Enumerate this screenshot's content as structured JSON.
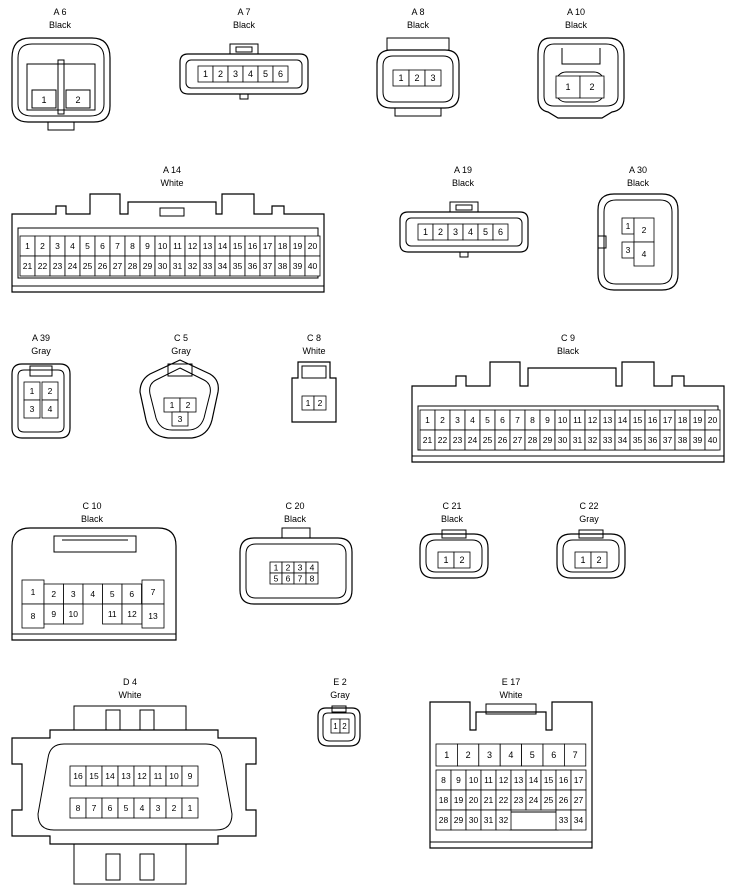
{
  "connectors": [
    {
      "id": "A 6",
      "color": "Black",
      "pins": [
        "1",
        "2"
      ]
    },
    {
      "id": "A 7",
      "color": "Black",
      "pins": [
        "1",
        "2",
        "3",
        "4",
        "5",
        "6"
      ]
    },
    {
      "id": "A 8",
      "color": "Black",
      "pins": [
        "1",
        "2",
        "3"
      ]
    },
    {
      "id": "A 10",
      "color": "Black",
      "pins": [
        "1",
        "2"
      ]
    },
    {
      "id": "A 14",
      "color": "White",
      "pins": [
        "1",
        "2",
        "3",
        "4",
        "5",
        "6",
        "7",
        "8",
        "9",
        "10",
        "11",
        "12",
        "13",
        "14",
        "15",
        "16",
        "17",
        "18",
        "19",
        "20",
        "21",
        "22",
        "23",
        "24",
        "25",
        "26",
        "27",
        "28",
        "29",
        "30",
        "31",
        "32",
        "33",
        "34",
        "35",
        "36",
        "37",
        "38",
        "39",
        "40"
      ]
    },
    {
      "id": "A 19",
      "color": "Black",
      "pins": [
        "1",
        "2",
        "3",
        "4",
        "5",
        "6"
      ]
    },
    {
      "id": "A 30",
      "color": "Black",
      "pins": [
        "1",
        "2",
        "3",
        "4"
      ]
    },
    {
      "id": "A 39",
      "color": "Gray",
      "pins": [
        "1",
        "2",
        "3",
        "4"
      ]
    },
    {
      "id": "C 5",
      "color": "Gray",
      "pins": [
        "1",
        "2",
        "3"
      ]
    },
    {
      "id": "C 8",
      "color": "White",
      "pins": [
        "1",
        "2"
      ]
    },
    {
      "id": "C 9",
      "color": "Black",
      "pins": [
        "1",
        "2",
        "3",
        "4",
        "5",
        "6",
        "7",
        "8",
        "9",
        "10",
        "11",
        "12",
        "13",
        "14",
        "15",
        "16",
        "17",
        "18",
        "19",
        "20",
        "21",
        "22",
        "23",
        "24",
        "25",
        "26",
        "27",
        "28",
        "29",
        "30",
        "31",
        "32",
        "33",
        "34",
        "35",
        "36",
        "37",
        "38",
        "39",
        "40"
      ]
    },
    {
      "id": "C 10",
      "color": "Black",
      "pins": [
        "1",
        "2",
        "3",
        "4",
        "5",
        "6",
        "7",
        "8",
        "9",
        "10",
        "11",
        "12",
        "13"
      ]
    },
    {
      "id": "C 20",
      "color": "Black",
      "pins": [
        "1",
        "2",
        "3",
        "4",
        "5",
        "6",
        "7",
        "8"
      ]
    },
    {
      "id": "C 21",
      "color": "Black",
      "pins": [
        "1",
        "2"
      ]
    },
    {
      "id": "C 22",
      "color": "Gray",
      "pins": [
        "1",
        "2"
      ]
    },
    {
      "id": "D 4",
      "color": "White",
      "pins": [
        "16",
        "15",
        "14",
        "13",
        "12",
        "11",
        "10",
        "9",
        "8",
        "7",
        "6",
        "5",
        "4",
        "3",
        "2",
        "1"
      ]
    },
    {
      "id": "E 2",
      "color": "Gray",
      "pins": [
        "1",
        "2"
      ]
    },
    {
      "id": "E 17",
      "color": "White",
      "pins": [
        "1",
        "2",
        "3",
        "4",
        "5",
        "6",
        "7",
        "8",
        "9",
        "10",
        "11",
        "12",
        "13",
        "14",
        "15",
        "16",
        "17",
        "18",
        "19",
        "20",
        "21",
        "22",
        "23",
        "24",
        "25",
        "26",
        "27",
        "28",
        "29",
        "30",
        "31",
        "32",
        "33",
        "34"
      ]
    }
  ]
}
